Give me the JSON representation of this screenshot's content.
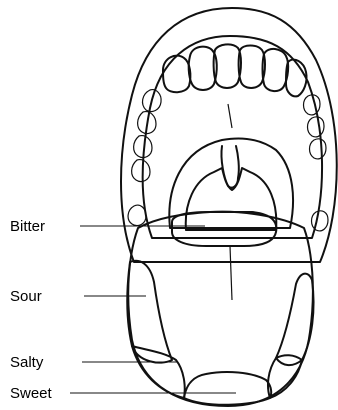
{
  "labels": {
    "bitter": "Bitter",
    "sour": "Sour",
    "salty": "Salty",
    "sweet": "Sweet"
  },
  "colors": {
    "lip": "#dedede",
    "mouth_interior": "#c6c6c6",
    "tooth": "#ffffff",
    "throat": "#989898",
    "tongue_center": "#ececec",
    "tongue_edge": "#c4c4c4",
    "tongue_tip": "#9c9c9c"
  }
}
